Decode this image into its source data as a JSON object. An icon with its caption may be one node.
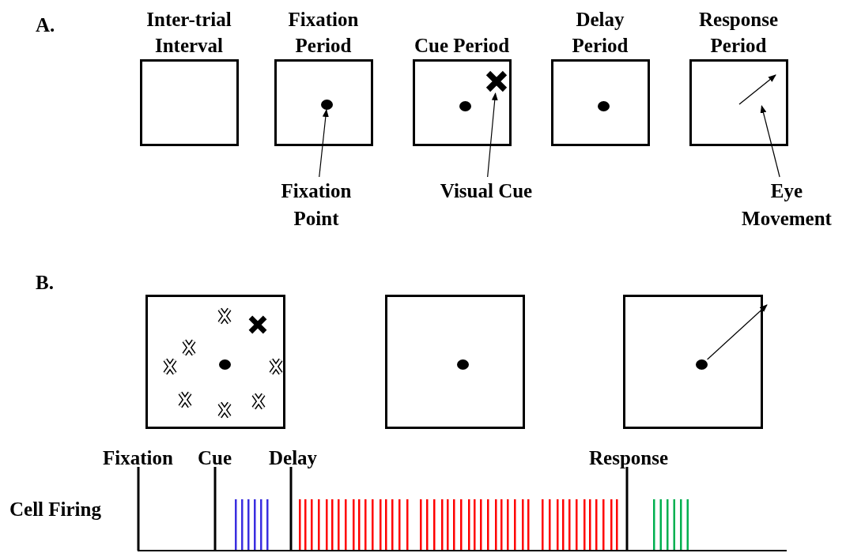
{
  "diagram": {
    "nodes": [
      {
        "text": [
          "Inter-trial Interval"
        ]
      },
      {
        "text": [
          "Fixation Period"
        ]
      },
      {
        "text": [
          "Cue Period"
        ]
      },
      {
        "text": [
          "Delay Period"
        ]
      },
      {
        "text": [
          "Response Period"
        ]
      },
      {
        "text": [],
        "shape": "circle",
        "in": 1
      },
      {
        "text": [
          "Fixation Point"
        ]
      },
      {
        "text": [],
        "shape": "cross",
        "in": 2
      },
      {
        "text": [
          "Visual Cue"
        ]
      },
      {
        "text": [],
        "shape": "arrow",
        "in": 4
      },
      {
        "text": [
          "Eye Movement"
        ]
      },
      {
        "text": [],
        "shape": "box"
      },
      {
        "text": [],
        "shape": "box"
      },
      {
        "text": [],
        "shape": "box"
      },
      {
        "text": [],
        "shape": "circle",
        "in": 2
      },
      {
        "text": [],
        "shape": "circle",
        "in": 3
      },
      {
        "text": [],
        "shape": "circle",
        "in": 11
      },
      {
        "text": [],
        "shape": "circle",
        "in": 12
      },
      {
        "text": [],
        "shape": "circle",
        "in": 13
      }
    ],
    "edges": [
      {
        "from": 6,
        "to": 5,
        "arrow": "to"
      },
      {
        "from": 8,
        "to": 7,
        "arrow": "to"
      },
      {
        "from": 10,
        "to": 9,
        "arrow": "to"
      },
      {
        "from": 18,
        "to": null,
        "arrow": "to"
      }
    ],
    "labels": [
      "A.",
      "B.",
      "Fixation",
      "Cue",
      "Delay",
      "Response",
      "Cell Firing"
    ]
  }
}
